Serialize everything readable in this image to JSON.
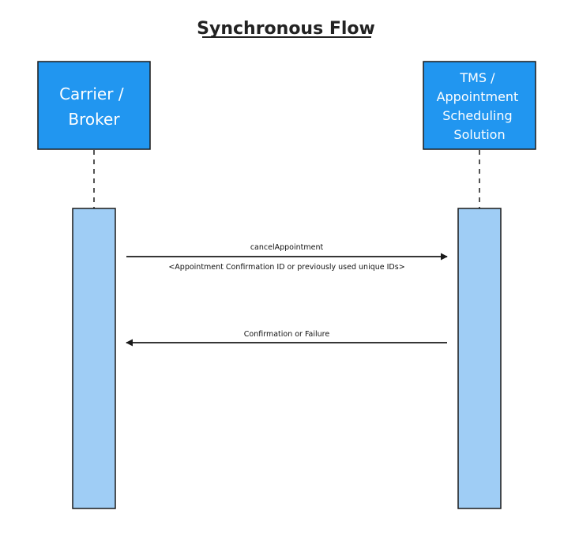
{
  "title": "Synchronous Flow",
  "colors": {
    "actor_fill": "#2196F0",
    "activation_fill": "#9FCDF5",
    "stroke": "#1a1a1a"
  },
  "actors": {
    "left": {
      "lines": [
        "Carrier /",
        "Broker"
      ]
    },
    "right": {
      "lines": [
        "TMS /",
        "Appointment",
        "Scheduling",
        "Solution"
      ]
    }
  },
  "messages": [
    {
      "label": "cancelAppointment",
      "sublabel": "<Appointment Confirmation ID or previously used unique IDs>",
      "direction": "to-right"
    },
    {
      "label": "Confirmation or Failure",
      "sublabel": "",
      "direction": "to-left"
    }
  ]
}
